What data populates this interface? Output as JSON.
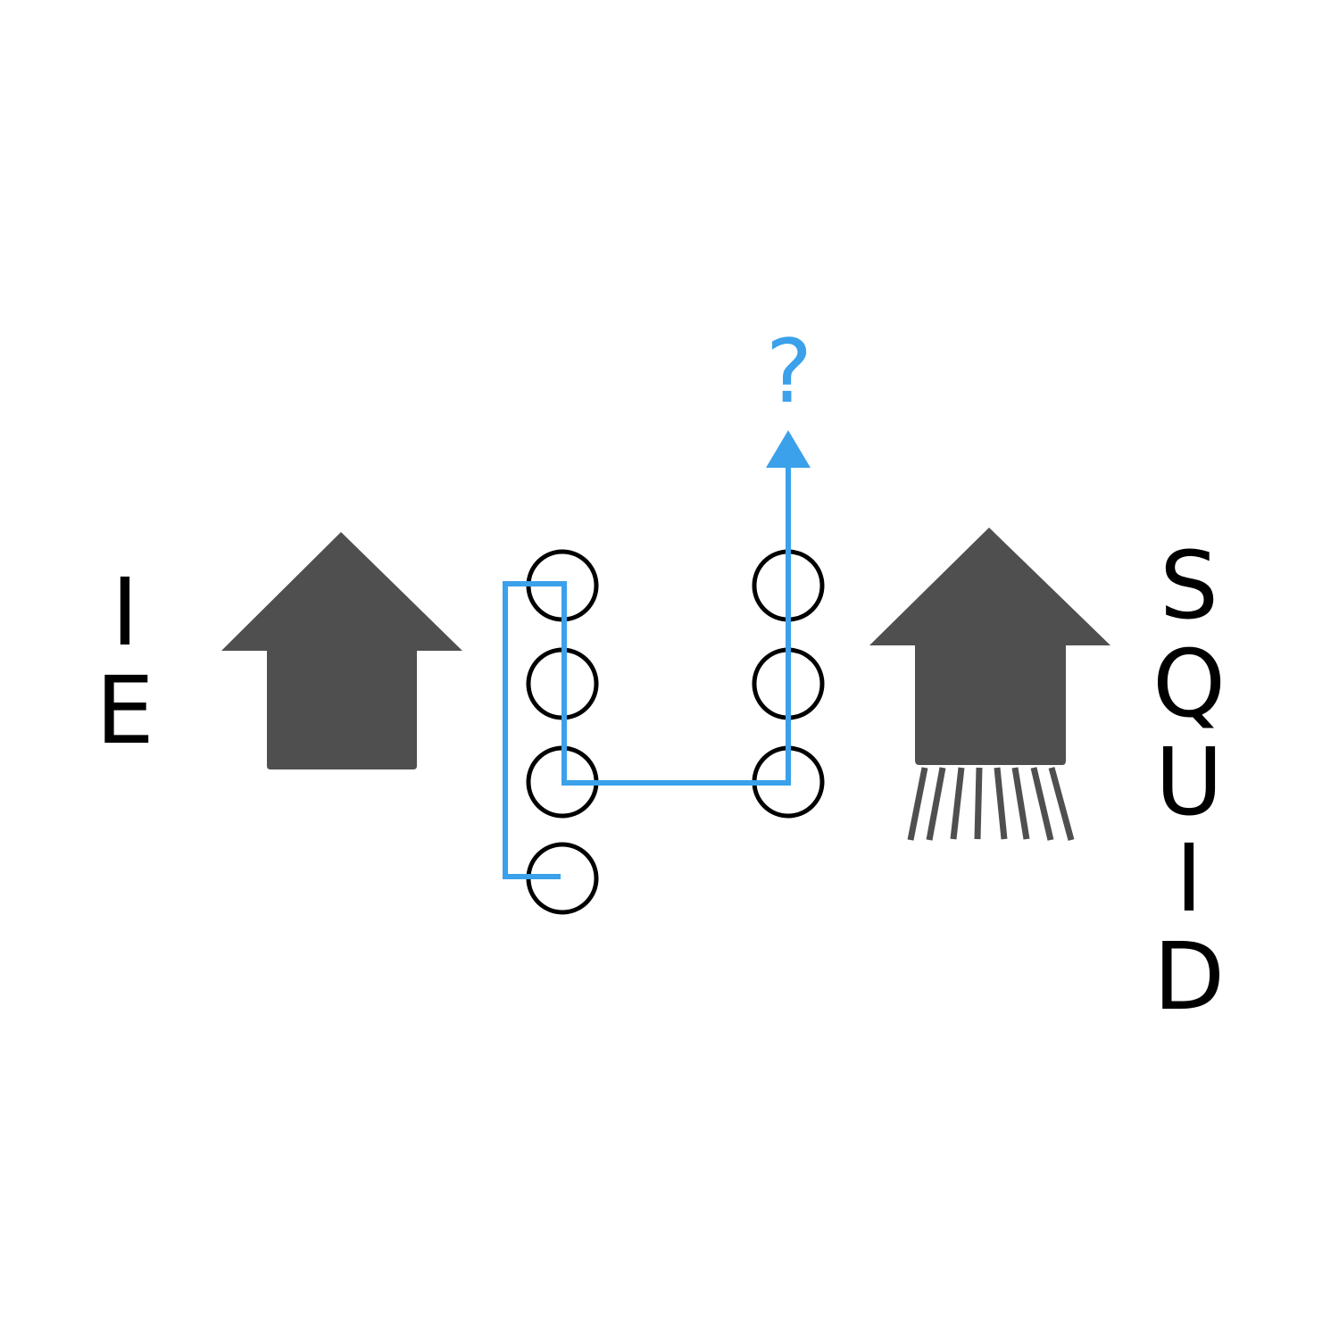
{
  "colors": {
    "shape": "#4f4f4f",
    "path": "#3aa1ea",
    "circle_stroke": "#000000",
    "text": "#000000",
    "background": "#ffffff"
  },
  "left_label": [
    "I",
    "E"
  ],
  "right_label": [
    "S",
    "Q",
    "U",
    "I",
    "D"
  ],
  "question_mark": "?",
  "shapes": {
    "left": "house-arrow-icon",
    "right": "squid-arrow-icon"
  },
  "circle_columns": {
    "left_count": 4,
    "right_count": 3
  }
}
